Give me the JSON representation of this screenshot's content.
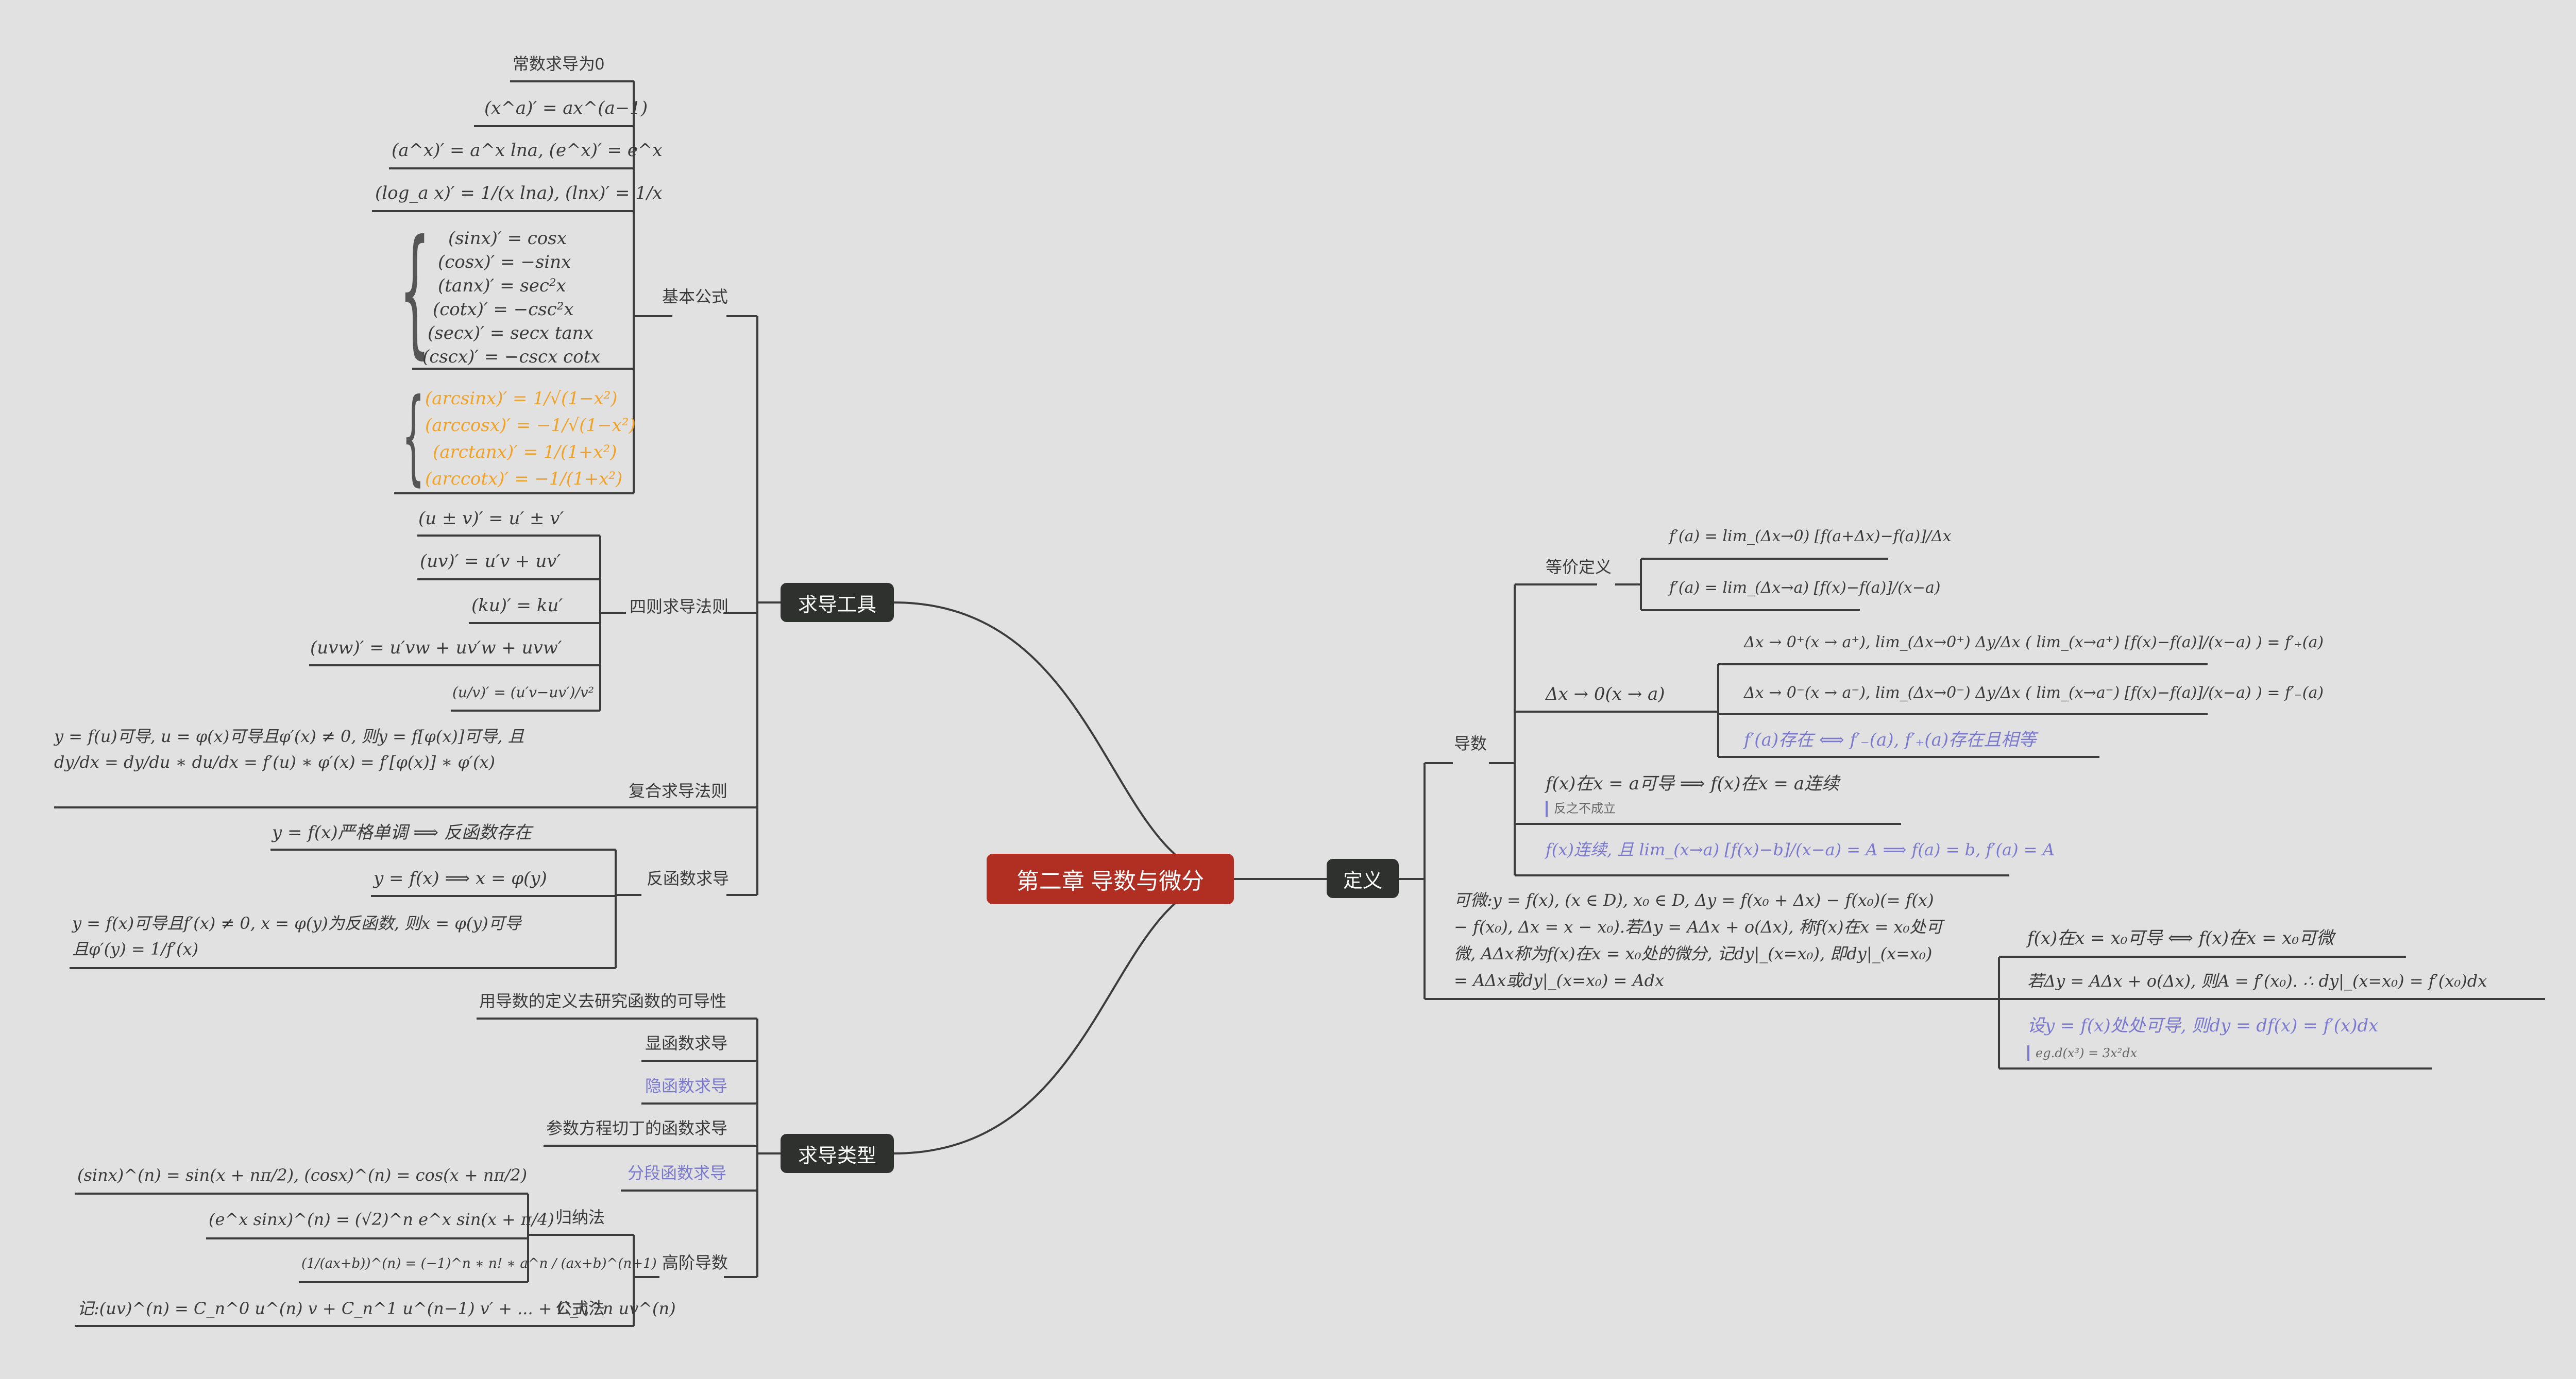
{
  "root": "第二章 导数与微分",
  "branches": {
    "tools": "求导工具",
    "types": "求导类型",
    "def": "定义"
  },
  "tools": {
    "basic": {
      "label": "基本公式",
      "items": [
        "常数求导为0",
        "(x^a)′ = ax^(a−1)",
        "(a^x)′ = a^x lna, (e^x)′ = e^x",
        "(log_a x)′ = 1/(x lna), (lnx)′ = 1/x"
      ],
      "trig": [
        "(sinx)′ = cosx",
        "(cosx)′ = −sinx",
        "(tanx)′ = sec²x",
        "(cotx)′ = −csc²x",
        "(secx)′ = secx tanx",
        "(cscx)′ = −cscx cotx"
      ],
      "arc": [
        "(arcsinx)′ = 1/√(1−x²)",
        "(arccosx)′ = −1/√(1−x²)",
        "(arctanx)′ = 1/(1+x²)",
        "(arccotx)′ = −1/(1+x²)"
      ]
    },
    "four": {
      "label": "四则求导法则",
      "items": [
        "(u ± v)′ = u′ ± v′",
        "(uv)′ = u′v + uv′",
        "(ku)′ = ku′",
        "(uvw)′ = u′vw + uv′w + uvw′",
        "(u/v)′ = (u′v−uv′)/v²"
      ]
    },
    "composite": {
      "label": "复合求导法则",
      "text": "y = f(u)可导, u = φ(x)可导且φ′(x) ≠ 0, 则y = f[φ(x)]可导, 且 dy/dx = dy/du ∗ du/dx = f′(u) ∗ φ′(x) = f′[φ(x)] ∗ φ′(x)"
    },
    "inverse": {
      "label": "反函数求导",
      "items": [
        "y = f(x)严格单调 ⟹ 反函数存在",
        "y = f(x) ⟹ x = φ(y)",
        "y = f(x)可导且f′(x) ≠ 0, x = φ(y)为反函数, 则x = φ(y)可导且φ′(y) = 1/f′(x)"
      ]
    }
  },
  "types": {
    "def_item": "用导数的定义去研究函数的可导性",
    "explicit": "显函数求导",
    "implicit": "隐函数求导",
    "param": "参数方程切丁的函数求导",
    "piecewise": "分段函数求导",
    "higher": {
      "label": "高阶导数",
      "induction": "归纳法",
      "formula": "公式法",
      "ind_items": [
        "(sinx)^(n) = sin(x + nπ/2), (cosx)^(n) = cos(x + nπ/2)",
        "(e^x sinx)^(n) = (√2)^n e^x sin(x + π/4)",
        "(1/(ax+b))^(n) = (−1)^n ∗ n! ∗ a^n / (ax+b)^(n+1)"
      ],
      "leibniz": "记:(uv)^(n) = C_n^0 u^(n) v + C_n^1 u^(n−1) v′ + ... + C_n^n uv^(n)"
    }
  },
  "definition": {
    "deriv": {
      "label": "导数",
      "equiv": {
        "label": "等价定义",
        "items": [
          "f′(a) = lim_(Δx→0) [f(a+Δx)−f(a)]/Δx",
          "f′(a) = lim_(Δx→a) [f(x)−f(a)]/(x−a)"
        ]
      },
      "approach": {
        "label": "Δx → 0(x → a)",
        "items": [
          "Δx → 0⁺(x → a⁺), lim_(Δx→0⁺) Δy/Δx ( lim_(x→a⁺) [f(x)−f(a)]/(x−a) ) = f′₊(a)",
          "Δx → 0⁻(x → a⁻), lim_(Δx→0⁻) Δy/Δx ( lim_(x→a⁻) [f(x)−f(a)]/(x−a) ) = f′₋(a)",
          "f′(a)存在 ⟺ f′₋(a), f′₊(a)存在且相等"
        ]
      },
      "continuity": "f(x)在x = a可导 ⟹ f(x)在x = a连续",
      "continuity_note": "反之不成立",
      "lim_item": "f(x)连续, 且 lim_(x→a) [f(x)−b]/(x−a) = A ⟹ f(a) = b, f′(a) = A"
    },
    "differential": {
      "text": "可微:y = f(x), (x ∈ D), x₀ ∈ D, Δy = f(x₀ + Δx) − f(x₀)(= f(x) − f(x₀), Δx = x − x₀).若Δy = AΔx + o(Δx), 称f(x)在x = x₀处可微, AΔx称为f(x)在x = x₀处的微分, 记dy|_(x=x₀), 即dy|_(x=x₀) = AΔx或dy|_(x=x₀) = Adx",
      "items": [
        "f(x)在x = x₀可导 ⟺ f(x)在x = x₀可微",
        "若Δy = AΔx + o(Δx), 则A = f′(x₀). ∴ dy|_(x=x₀) = f′(x₀)dx",
        "设y = f(x)处处可导, 则dy = df(x) = f′(x)dx"
      ],
      "eg": "eg.d(x³) = 3x²dx"
    }
  },
  "colors": {
    "root": "#b12e22",
    "branch": "#2f312e",
    "line": "#3c3c3c",
    "note_blue": "#7a79cf",
    "note_orange": "#f1a226",
    "bg": "#e1e1e1"
  }
}
